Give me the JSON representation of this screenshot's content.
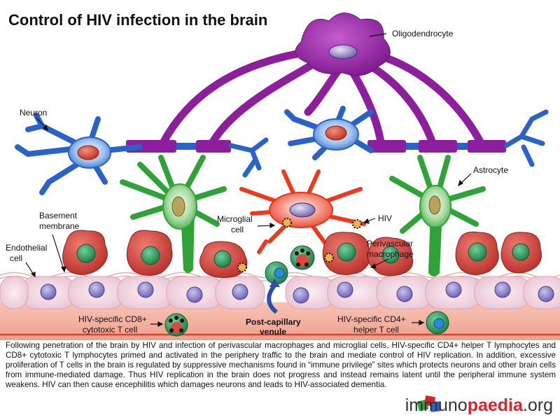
{
  "title": "Control of HIV infection in the brain",
  "labels": {
    "oligodendrocyte": "Oligodendrocyte",
    "neuron": "Neuron",
    "astrocyte": "Astrocyte",
    "basement_membrane_1": "Basement",
    "basement_membrane_2": "membrane",
    "microglial_cell_1": "Microglial",
    "microglial_cell_2": "cell",
    "hiv": "HIV",
    "endothelial_cell_1": "Endothelial",
    "endothelial_cell_2": "cell",
    "perivascular_macrophage_1": "Perivascular",
    "perivascular_macrophage_2": "macrophage",
    "cd8_1": "HIV-specific CD8+",
    "cd8_2": "cytotoxic T cell",
    "post_capillary_1": "Post-capillary",
    "post_capillary_2": "venule",
    "cd4_1": "HIV-specific CD4+",
    "cd4_2": "helper T cell"
  },
  "caption": "Following penetration of the brain by HIV and infection of perivascular macrophages and microglial cells, HIV-specific CD4+ helper T lymphocytes and CD8+ cytotoxic T lymphocytes primed and activated in the periphery traffic to the brain and mediate control of HIV replication. In addition, excessive proliferation of T cells in the brain is regulated by suppressive mechanisms found in “immune privilege” sites which protects neurons and other brain cells from immune-mediated damage. Thus HIV replication in the brain does not progress and instead remains latent until the peripheral immune system weakens. HIV can then cause encephilitis which damages neurons and leads to HIV-associated dementia.",
  "logo": {
    "part1": "immuno",
    "part2": "paedia",
    "part3": ".org"
  },
  "colors": {
    "oligodendrocyte": "#8e1f9c",
    "neuron": "#2a63c8",
    "astrocyte": "#2fa238",
    "microglia": "#f0381c",
    "macrophage": "#d84a40",
    "endothelium": "#f3d3de",
    "tcell": "#2f9a5a",
    "logo_accent": "#d6262c"
  }
}
